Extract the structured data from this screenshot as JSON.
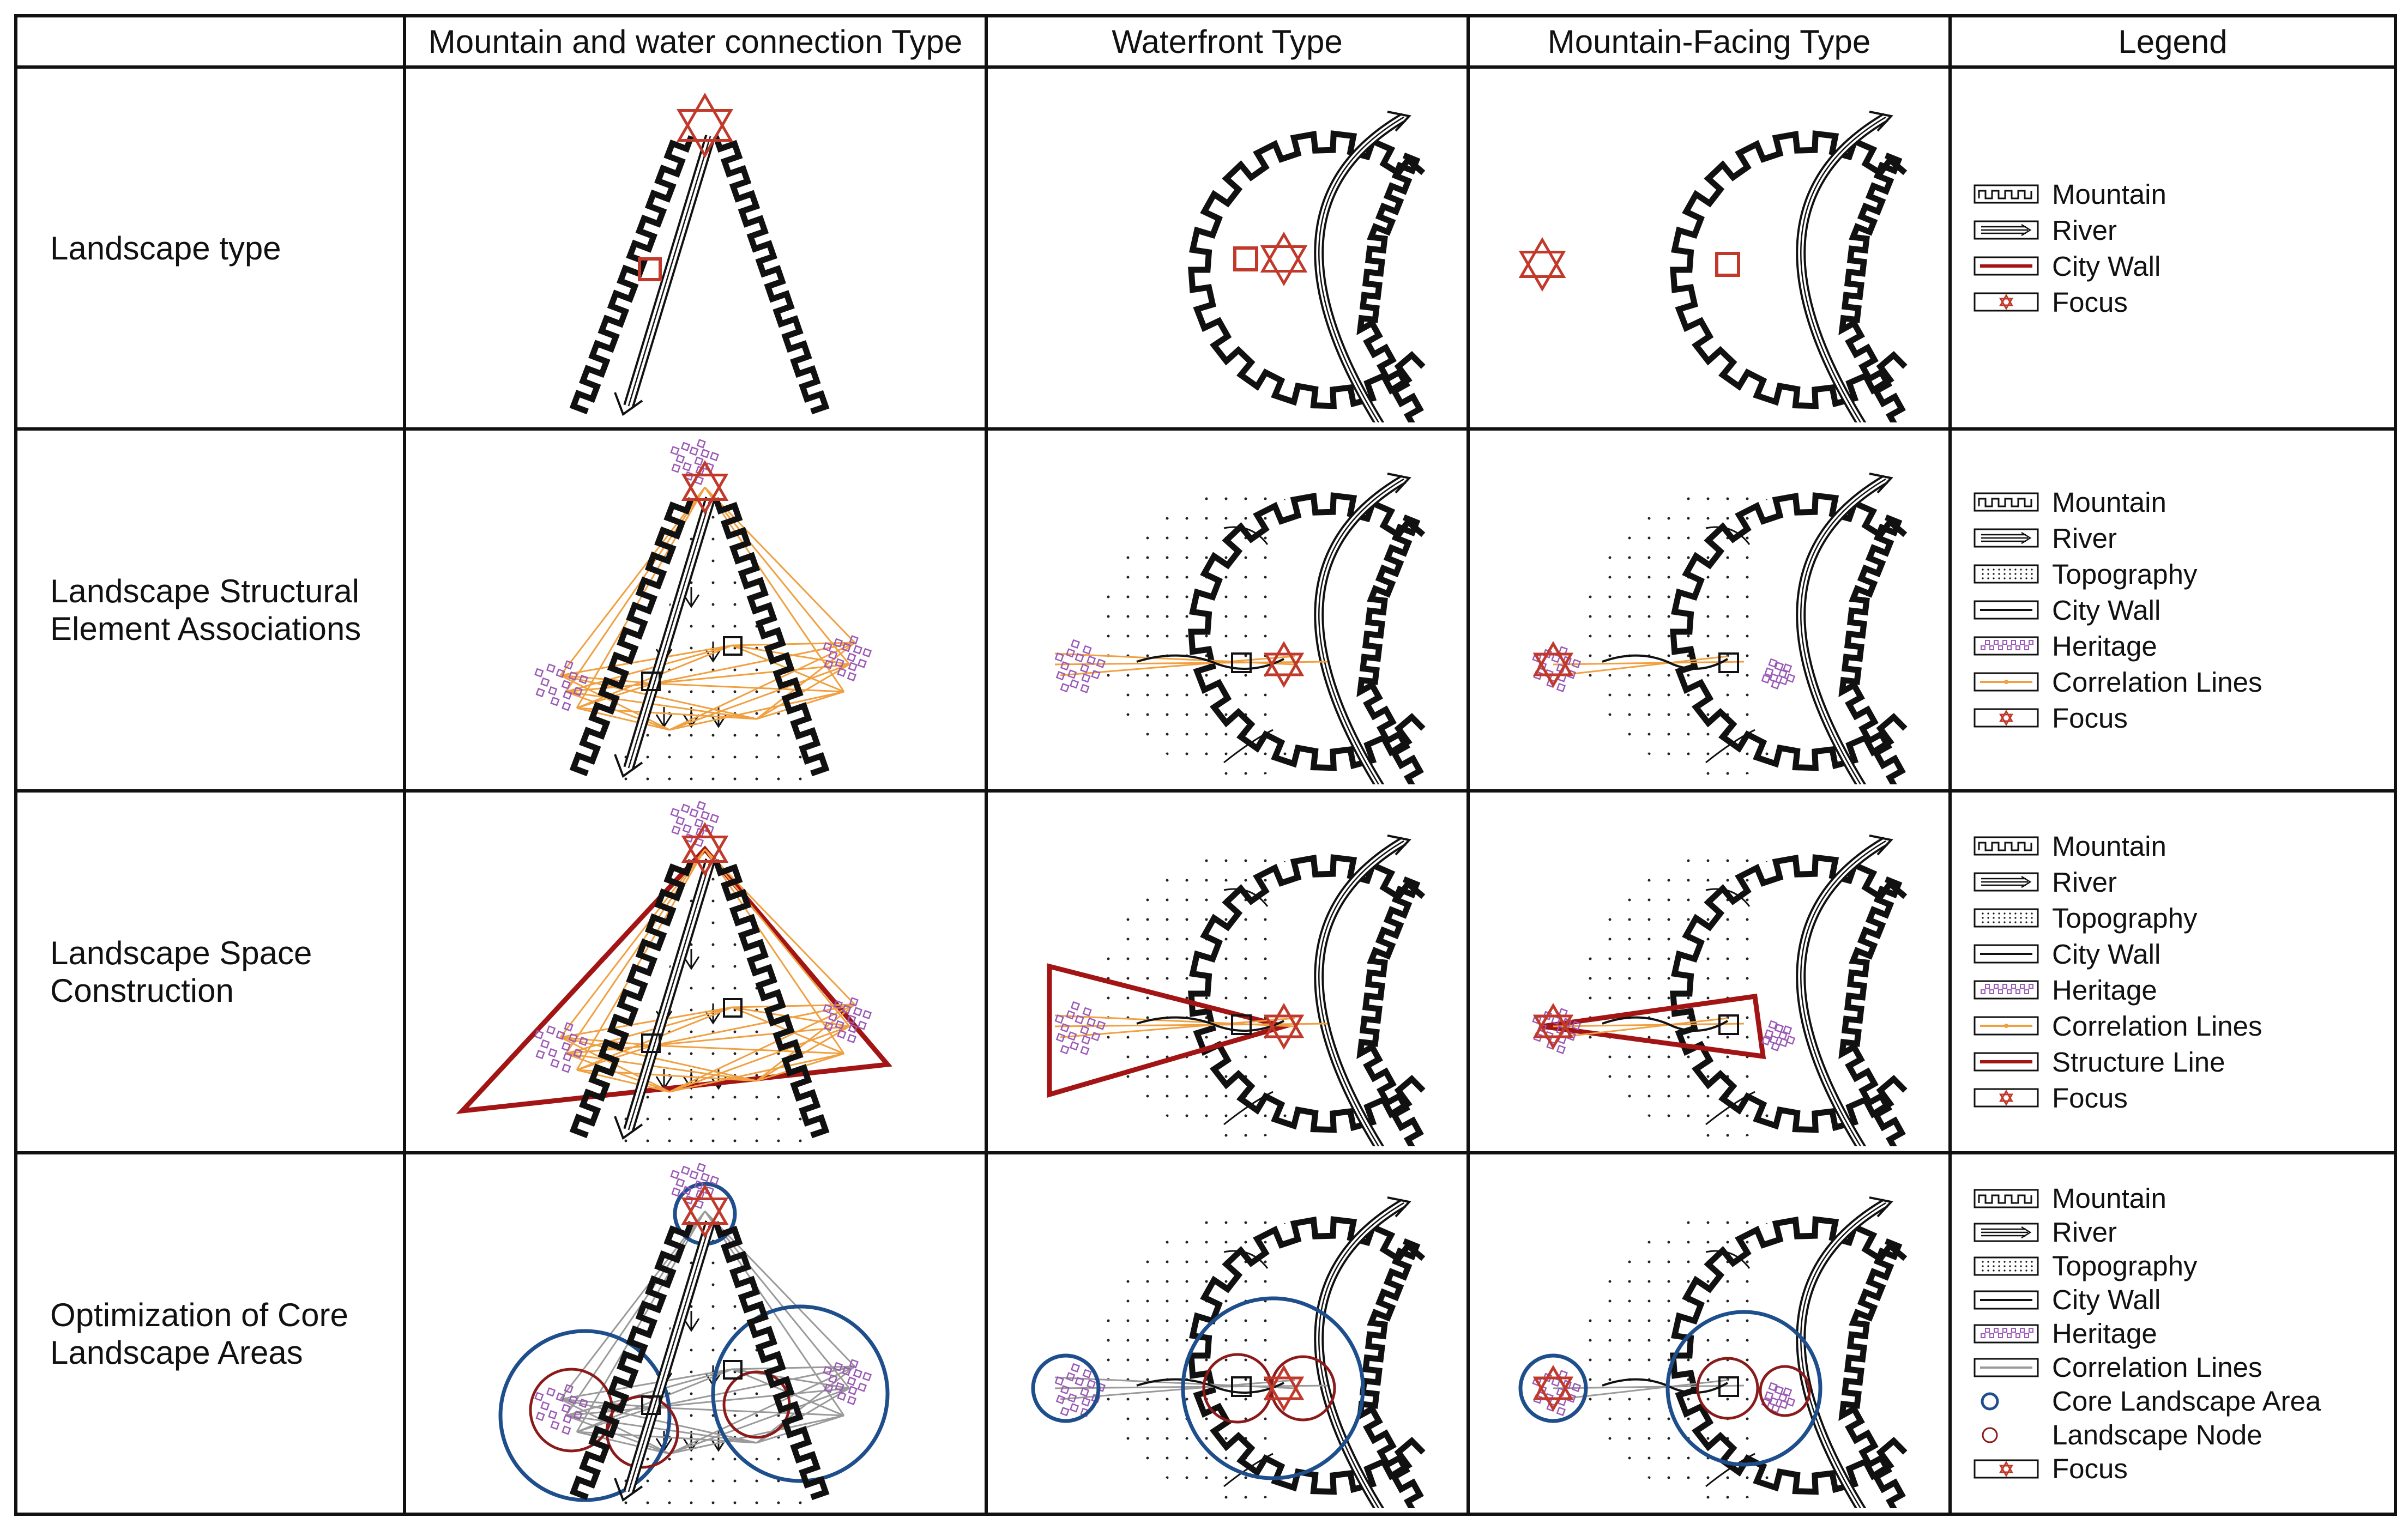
{
  "headers": [
    "",
    "Mountain and water connection Type",
    "Waterfront Type",
    "Mountain-Facing Type",
    "Legend"
  ],
  "rows": [
    {
      "label": "Landscape type",
      "legend": [
        {
          "label": "Mountain",
          "icon": "mountain-icon"
        },
        {
          "label": "River",
          "icon": "river-icon"
        },
        {
          "label": "City Wall",
          "icon": "citywall-red-icon"
        },
        {
          "label": "Focus",
          "icon": "focus-icon"
        }
      ]
    },
    {
      "label": "Landscape Structural Element Associations",
      "legend": [
        {
          "label": "Mountain",
          "icon": "mountain-icon"
        },
        {
          "label": "River",
          "icon": "river-icon"
        },
        {
          "label": "Topography",
          "icon": "topography-icon"
        },
        {
          "label": "City Wall",
          "icon": "citywall-icon"
        },
        {
          "label": "Heritage",
          "icon": "heritage-icon"
        },
        {
          "label": "Correlation Lines",
          "icon": "correlation-orange-icon"
        },
        {
          "label": "Focus",
          "icon": "focus-icon"
        }
      ]
    },
    {
      "label": "Landscape Space Construction",
      "legend": [
        {
          "label": "Mountain",
          "icon": "mountain-icon"
        },
        {
          "label": "River",
          "icon": "river-icon"
        },
        {
          "label": "Topography",
          "icon": "topography-icon"
        },
        {
          "label": "City Wall",
          "icon": "citywall-icon"
        },
        {
          "label": "Heritage",
          "icon": "heritage-icon"
        },
        {
          "label": "Correlation Lines",
          "icon": "correlation-orange-icon"
        },
        {
          "label": "Structure Line",
          "icon": "structure-line-icon"
        },
        {
          "label": "Focus",
          "icon": "focus-icon"
        }
      ]
    },
    {
      "label": "Optimization of Core Landscape Areas",
      "legend": [
        {
          "label": "Mountain",
          "icon": "mountain-icon"
        },
        {
          "label": "River",
          "icon": "river-icon"
        },
        {
          "label": "Topography",
          "icon": "topography-icon"
        },
        {
          "label": "City Wall",
          "icon": "citywall-icon"
        },
        {
          "label": "Heritage",
          "icon": "heritage-icon"
        },
        {
          "label": "Correlation Lines",
          "icon": "correlation-gray-icon"
        },
        {
          "label": "Core Landscape Area",
          "icon": "core-area-icon"
        },
        {
          "label": "Landscape Node",
          "icon": "node-icon"
        },
        {
          "label": "Focus",
          "icon": "focus-icon"
        }
      ]
    }
  ],
  "colors": {
    "line": "#111111",
    "focus": "#c0392b",
    "structure": "#a31515",
    "correlation": "#f0a040",
    "correlation_gray": "#9a9a9a",
    "heritage": "#9b59b6",
    "core_area": "#1f4e8c",
    "node": "#8b1a1a"
  }
}
